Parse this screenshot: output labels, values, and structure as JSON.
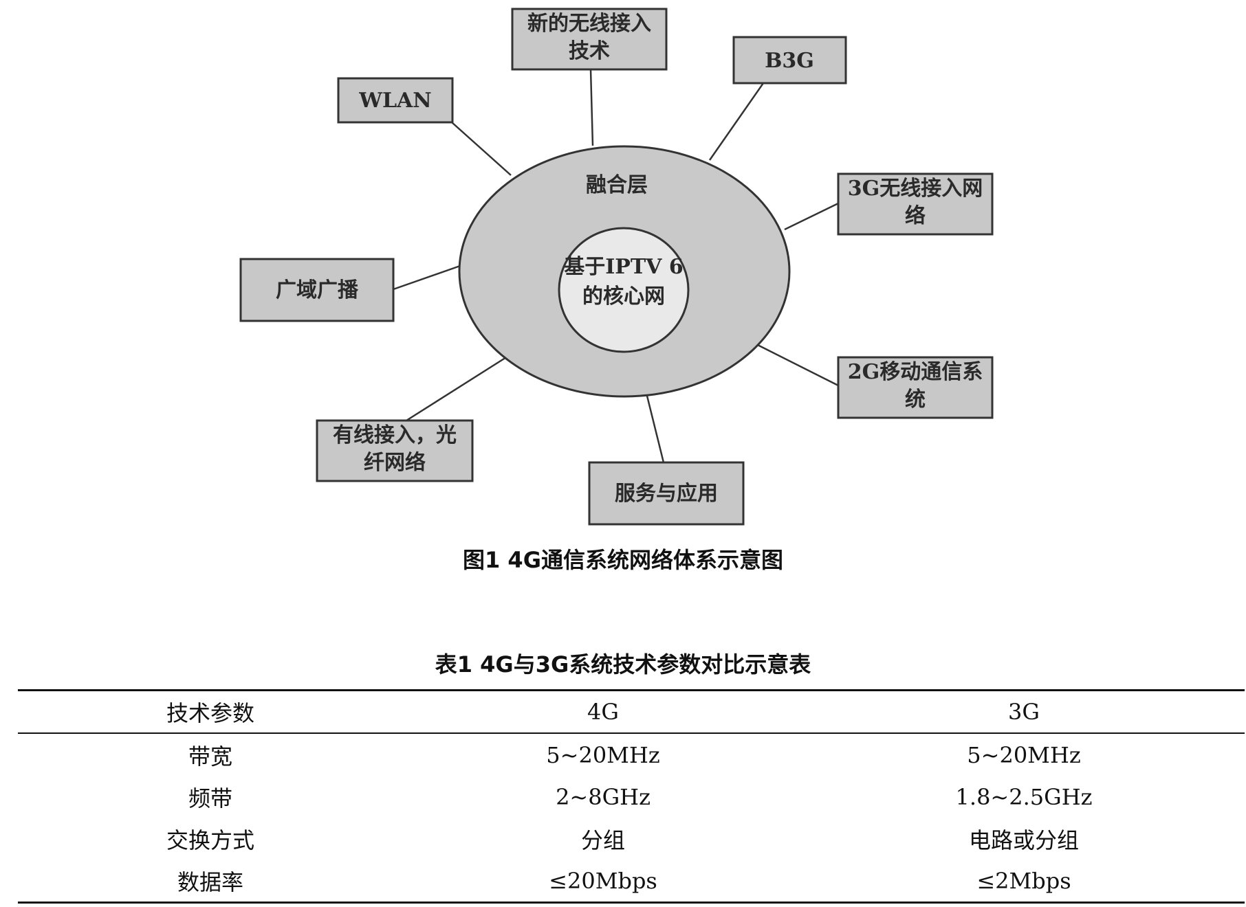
{
  "figure": {
    "caption": "图1  4G通信系统网络体系示意图",
    "outer_layer": "融合层",
    "core_lines": [
      "基于IPTV 6",
      "的核心网"
    ],
    "nodes": [
      {
        "id": "new-wireless",
        "lines": [
          "新的无线接入",
          "技术"
        ]
      },
      {
        "id": "b3g",
        "lines": [
          "B3G"
        ]
      },
      {
        "id": "wlan",
        "lines": [
          "WLAN"
        ]
      },
      {
        "id": "3g-wireless",
        "lines": [
          "3G无线接入网",
          "络"
        ]
      },
      {
        "id": "wide-broadcast",
        "lines": [
          "广域广播"
        ]
      },
      {
        "id": "2g-mobile",
        "lines": [
          "2G移动通信系",
          "统"
        ]
      },
      {
        "id": "wired-fiber",
        "lines": [
          "有线接入，光",
          "纤网络"
        ]
      },
      {
        "id": "services",
        "lines": [
          "服务与应用"
        ]
      }
    ]
  },
  "table": {
    "caption": "表1  4G与3G系统技术参数对比示意表",
    "headers": [
      "技术参数",
      "4G",
      "3G"
    ],
    "rows": [
      [
        "带宽",
        "5~20MHz",
        "5~20MHz"
      ],
      [
        "频带",
        "2~8GHz",
        "1.8~2.5GHz"
      ],
      [
        "交换方式",
        "分组",
        "电路或分组"
      ],
      [
        "数据率",
        "≤20Mbps",
        "≤2Mbps"
      ]
    ]
  }
}
